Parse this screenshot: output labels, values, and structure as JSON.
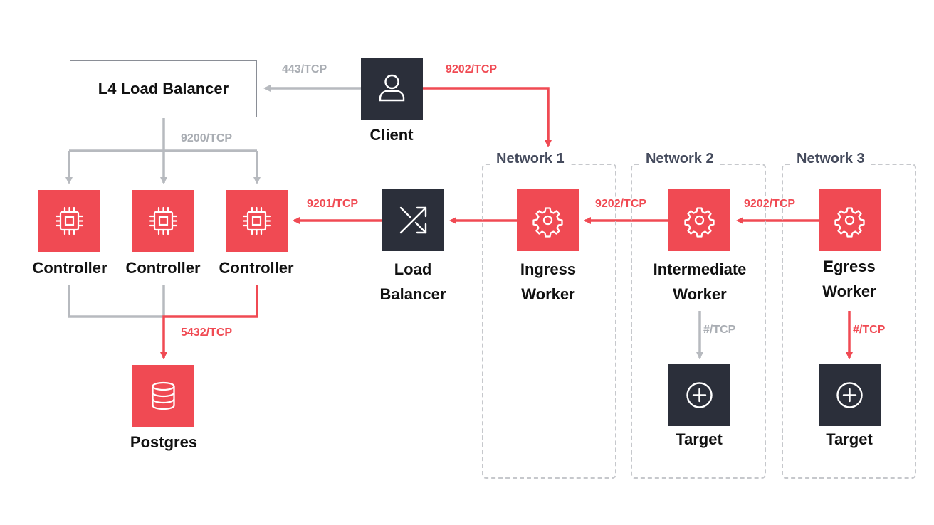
{
  "nodes": {
    "l4_load_balancer": "L4 Load Balancer",
    "client": "Client",
    "controller_1": "Controller",
    "controller_2": "Controller",
    "controller_3": "Controller",
    "load_balancer_line1": "Load",
    "load_balancer_line2": "Balancer",
    "ingress_line1": "Ingress",
    "ingress_line2": "Worker",
    "intermediate_line1": "Intermediate",
    "intermediate_line2": "Worker",
    "egress_line1": "Egress",
    "egress_line2": "Worker",
    "postgres": "Postgres",
    "target_1": "Target",
    "target_2": "Target"
  },
  "networks": [
    "Network 1",
    "Network 2",
    "Network 3"
  ],
  "ports": {
    "client_to_l4": "443/TCP",
    "client_to_ingress": "9202/TCP",
    "l4_to_controllers": "9200/TCP",
    "lb_to_controller": "9201/TCP",
    "intermediate_to_ingress": "9202/TCP",
    "egress_to_intermediate": "9202/TCP",
    "controllers_to_postgres": "5432/TCP",
    "intermediate_to_target": "#/TCP",
    "egress_to_target": "#/TCP"
  },
  "icons": {
    "client": "user-icon",
    "controller": "chip-icon",
    "load_balancer": "shuffle-icon",
    "worker": "gear-icon",
    "postgres": "database-icon",
    "target": "plus-circle-icon"
  },
  "colors": {
    "accent_red": "#f04a53",
    "dark_node": "#2b2f3a",
    "gray_line": "#b7babf",
    "network_border": "#c6c8cc"
  }
}
